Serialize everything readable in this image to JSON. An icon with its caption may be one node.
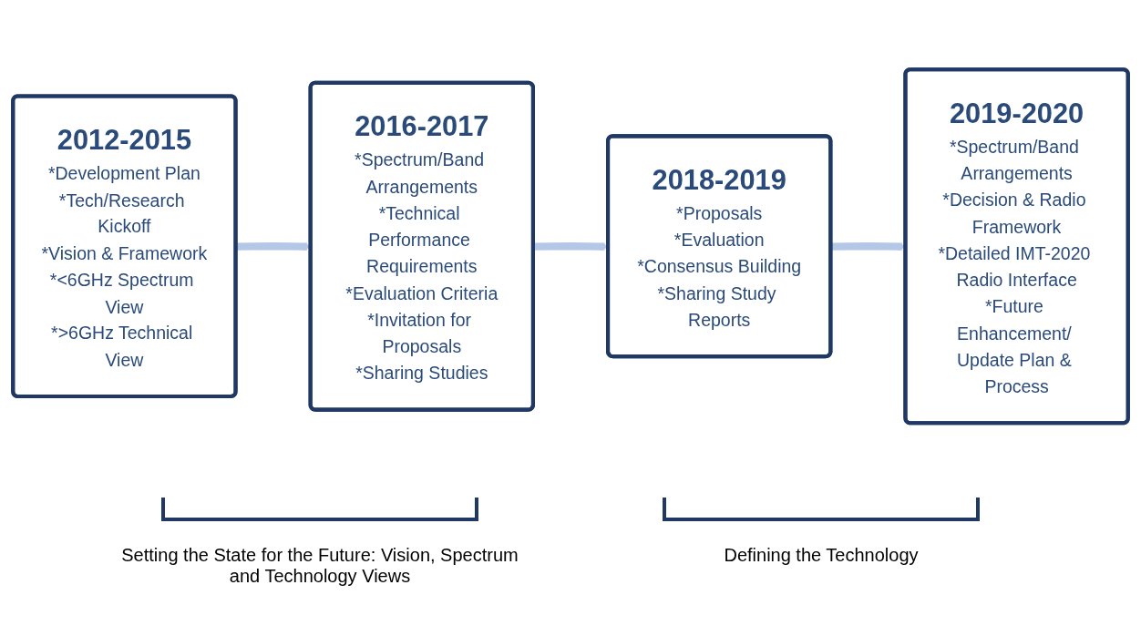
{
  "diagram": {
    "nodes": [
      {
        "text": [
          "2012-2015",
          "*Development Plan",
          "*Tech/Research Kickoff",
          "*Vision & Framework",
          "*<6GHz Spectrum View",
          "*>6GHz Technical View"
        ]
      },
      {
        "text": [
          "2016-2017",
          "*Spectrum/Band Arrangements",
          "*Technical Performance Requirements",
          "*Evaluation Criteria",
          "*Invitation for Proposals",
          "*Sharing Studies"
        ]
      },
      {
        "text": [
          "2018-2019",
          "*Proposals",
          "*Evaluation",
          "*Consensus Building",
          "*Sharing Study Reports"
        ]
      },
      {
        "text": [
          "2019-2020",
          "*Spectrum/Band Arrangements",
          "*Decision & Radio Framework",
          "*Detailed IMT-2020 Radio Interface",
          "*Future Enhancement/ Update Plan & Process"
        ]
      }
    ],
    "edges": [
      {
        "from": 0,
        "to": 1,
        "arrow": "to"
      },
      {
        "from": 1,
        "to": 2,
        "arrow": "to"
      },
      {
        "from": 2,
        "to": 3,
        "arrow": "to"
      }
    ],
    "labels": [
      "Setting the State for the Future: Vision, Spectrum and Technology Views",
      "Defining the Technology"
    ]
  }
}
